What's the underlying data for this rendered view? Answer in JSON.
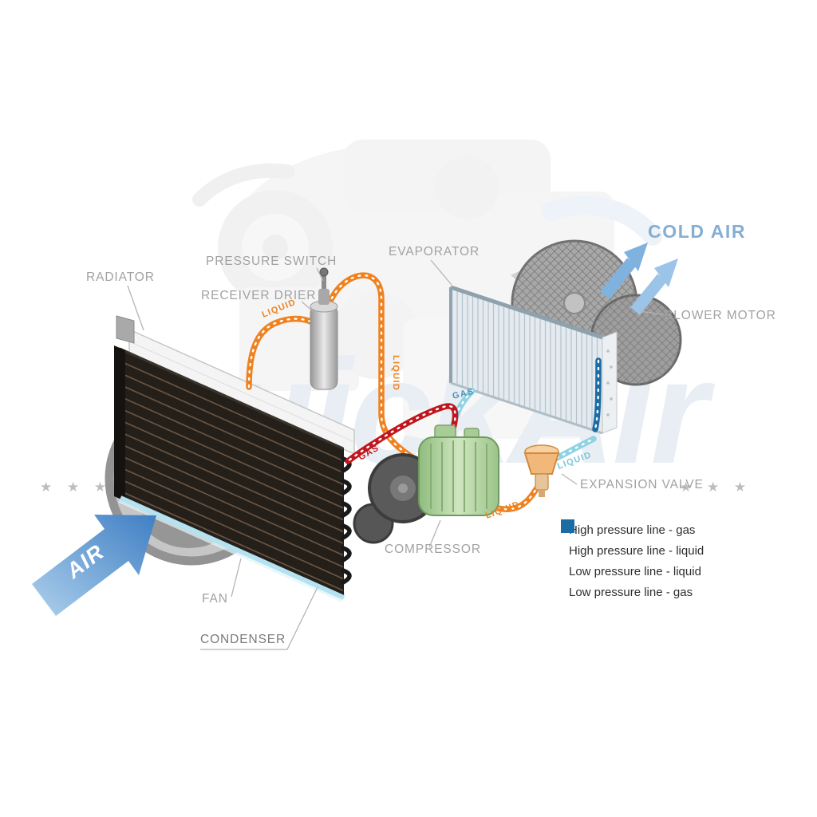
{
  "watermark": {
    "text": "QuickAir",
    "stars": "★ ★ ★"
  },
  "labels": {
    "radiator": "RADIATOR",
    "pressure_switch": "PRESSURE SWITCH",
    "receiver_drier": "RECEIVER DRIER",
    "evaporator": "EVAPORATOR",
    "cold_air": "COLD AIR",
    "blower_motor": "BLOWER MOTOR",
    "expansion_valve": "EXPANSION VALVE",
    "compressor": "COMPRESSOR",
    "fan": "FAN",
    "condenser": "CONDENSER",
    "air": "AIR"
  },
  "flow": {
    "liquid": "LIQUID",
    "gas": "GAS"
  },
  "legend": {
    "items": [
      {
        "color": "#b5121b",
        "label": "High pressure line - gas"
      },
      {
        "color": "#ef8220",
        "label": "High pressure line - liquid"
      },
      {
        "color": "#8fd2e2",
        "label": "Low pressure line - liquid"
      },
      {
        "color": "#1b6ba5",
        "label": "Low pressure line -  gas"
      }
    ]
  },
  "colors": {
    "high_pressure_gas": "#c0161d",
    "high_pressure_liquid": "#ef8220",
    "low_pressure_liquid": "#8fd2e2",
    "low_pressure_gas": "#1b6ba5",
    "air_arrow": "#4a90d9",
    "cold_air_text": "#85aed3"
  }
}
